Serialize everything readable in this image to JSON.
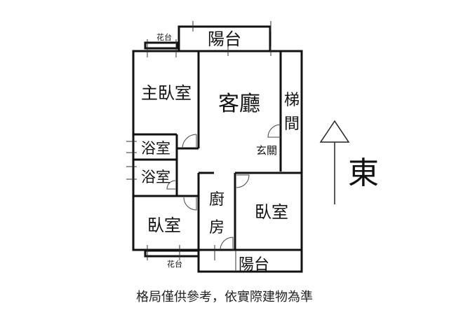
{
  "rooms": {
    "balcony_top": "陽台",
    "flower_bed_top": "花台",
    "master_bedroom": "主臥室",
    "living_room": "客廳",
    "stairwell": "梯間",
    "entrance": "玄關",
    "bathroom_1": "浴室",
    "bathroom_2": "浴室",
    "kitchen": "廚房",
    "bedroom_left": "臥室",
    "bedroom_right": "臥室",
    "balcony_bottom": "陽台",
    "flower_bed_bottom": "花台"
  },
  "compass": {
    "direction": "東"
  },
  "caption": "格局僅供參考，依實際建物為準"
}
